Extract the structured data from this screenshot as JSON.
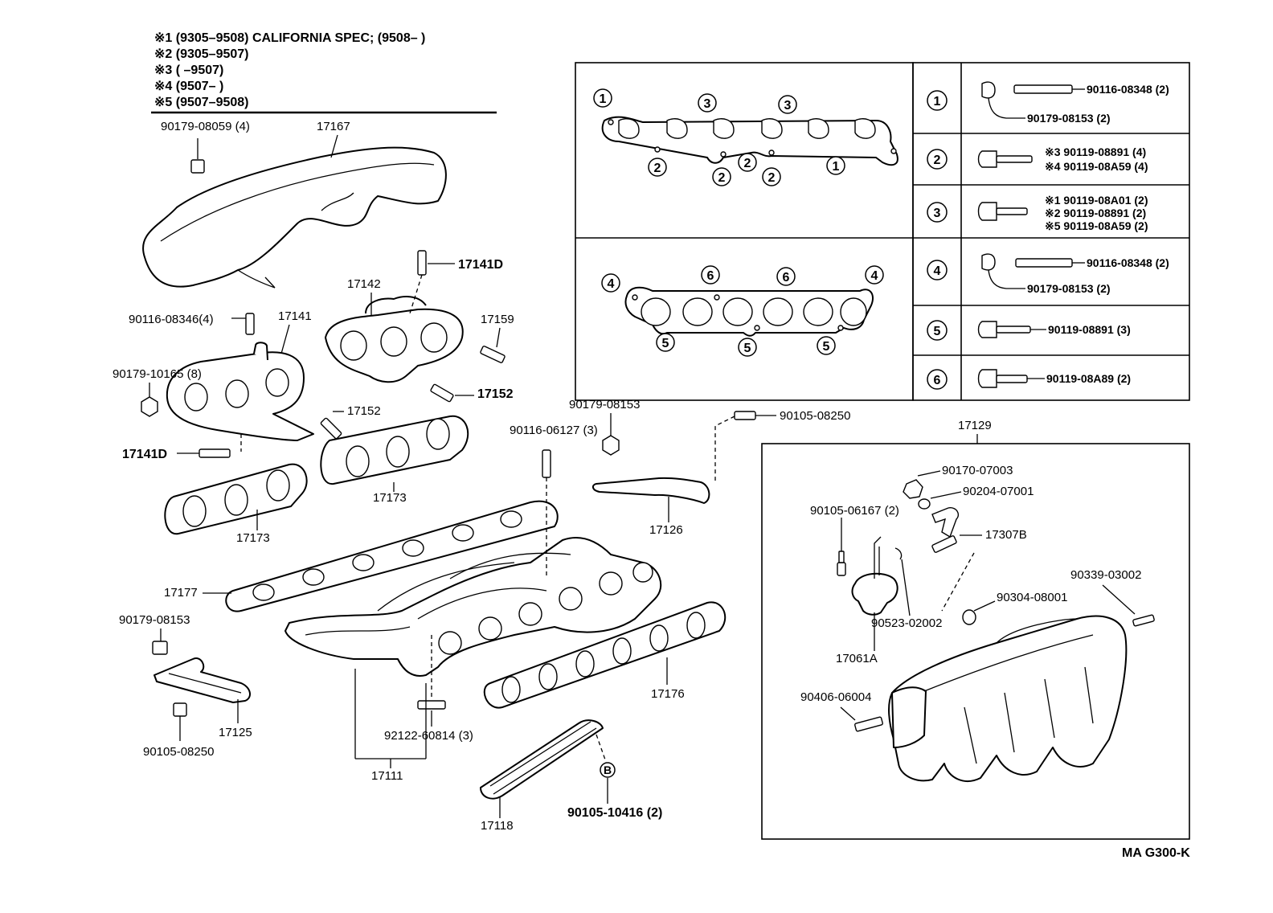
{
  "notes": [
    "※1 (9305–9508) CALIFORNIA  SPEC; (9508–          )",
    "※2 (9305–9507)",
    "※3 (           –9507)",
    "※4 (9507–          )",
    "※5 (9507–9508)"
  ],
  "labels": {
    "p17167": "17167",
    "p90179_08059": "90179-08059 (4)",
    "p17141D_top": "17141D",
    "p17142": "17142",
    "p90116_08346": "90116-08346(4)",
    "p17141": "17141",
    "p17159": "17159",
    "p90179_10165": "90179-10165 (8)",
    "p17152_a": "17152",
    "p17152_b": "17152",
    "p17141D_bot": "17141D",
    "p17173_a": "17173",
    "p17173_b": "17173",
    "p90179_08153_mid": "90179-08153",
    "p90105_08250_top": "90105-08250",
    "p90116_06127": "90116-06127 (3)",
    "p17126": "17126",
    "p17129": "17129",
    "p17177": "17177",
    "p90179_08153_left": "90179-08153",
    "p17176": "17176",
    "p17125": "17125",
    "p90105_08250_bot": "90105-08250",
    "p92122_60814": "92122-60814 (3)",
    "p17111": "17111",
    "p17118": "17118",
    "p90105_10416": "90105-10416 (2)",
    "circleB": "B",
    "p90170_07003": "90170-07003",
    "p90204_07001": "90204-07001",
    "p90105_06167": "90105-06167 (2)",
    "p17307B": "17307B",
    "p90339_03002": "90339-03002",
    "p90304_08001": "90304-08001",
    "p90523_02002": "90523-02002",
    "p17061A": "17061A",
    "p90406_06004": "90406-06004",
    "page_code": "MA  G300-K"
  },
  "gasket_top_callouts": [
    "1",
    "3",
    "3",
    "2",
    "2",
    "2",
    "2",
    "1"
  ],
  "gasket_bottom_callouts": [
    "4",
    "6",
    "6",
    "4",
    "5",
    "5",
    "5"
  ],
  "fastener_table": [
    {
      "ref": "1",
      "lines": [
        "90116-08348 (2)",
        "90179-08153 (2)"
      ]
    },
    {
      "ref": "2",
      "lines": [
        "※3  90119-08891 (4)",
        "※4  90119-08A59 (4)"
      ]
    },
    {
      "ref": "3",
      "lines": [
        "※1  90119-08A01 (2)",
        "※2  90119-08891 (2)",
        "※5  90119-08A59 (2)"
      ]
    },
    {
      "ref": "4",
      "lines": [
        "90116-08348 (2)",
        "90179-08153 (2)"
      ]
    },
    {
      "ref": "5",
      "lines": [
        "90119-08891  (3)"
      ]
    },
    {
      "ref": "6",
      "lines": [
        "90119-08A89 (2)"
      ]
    }
  ]
}
